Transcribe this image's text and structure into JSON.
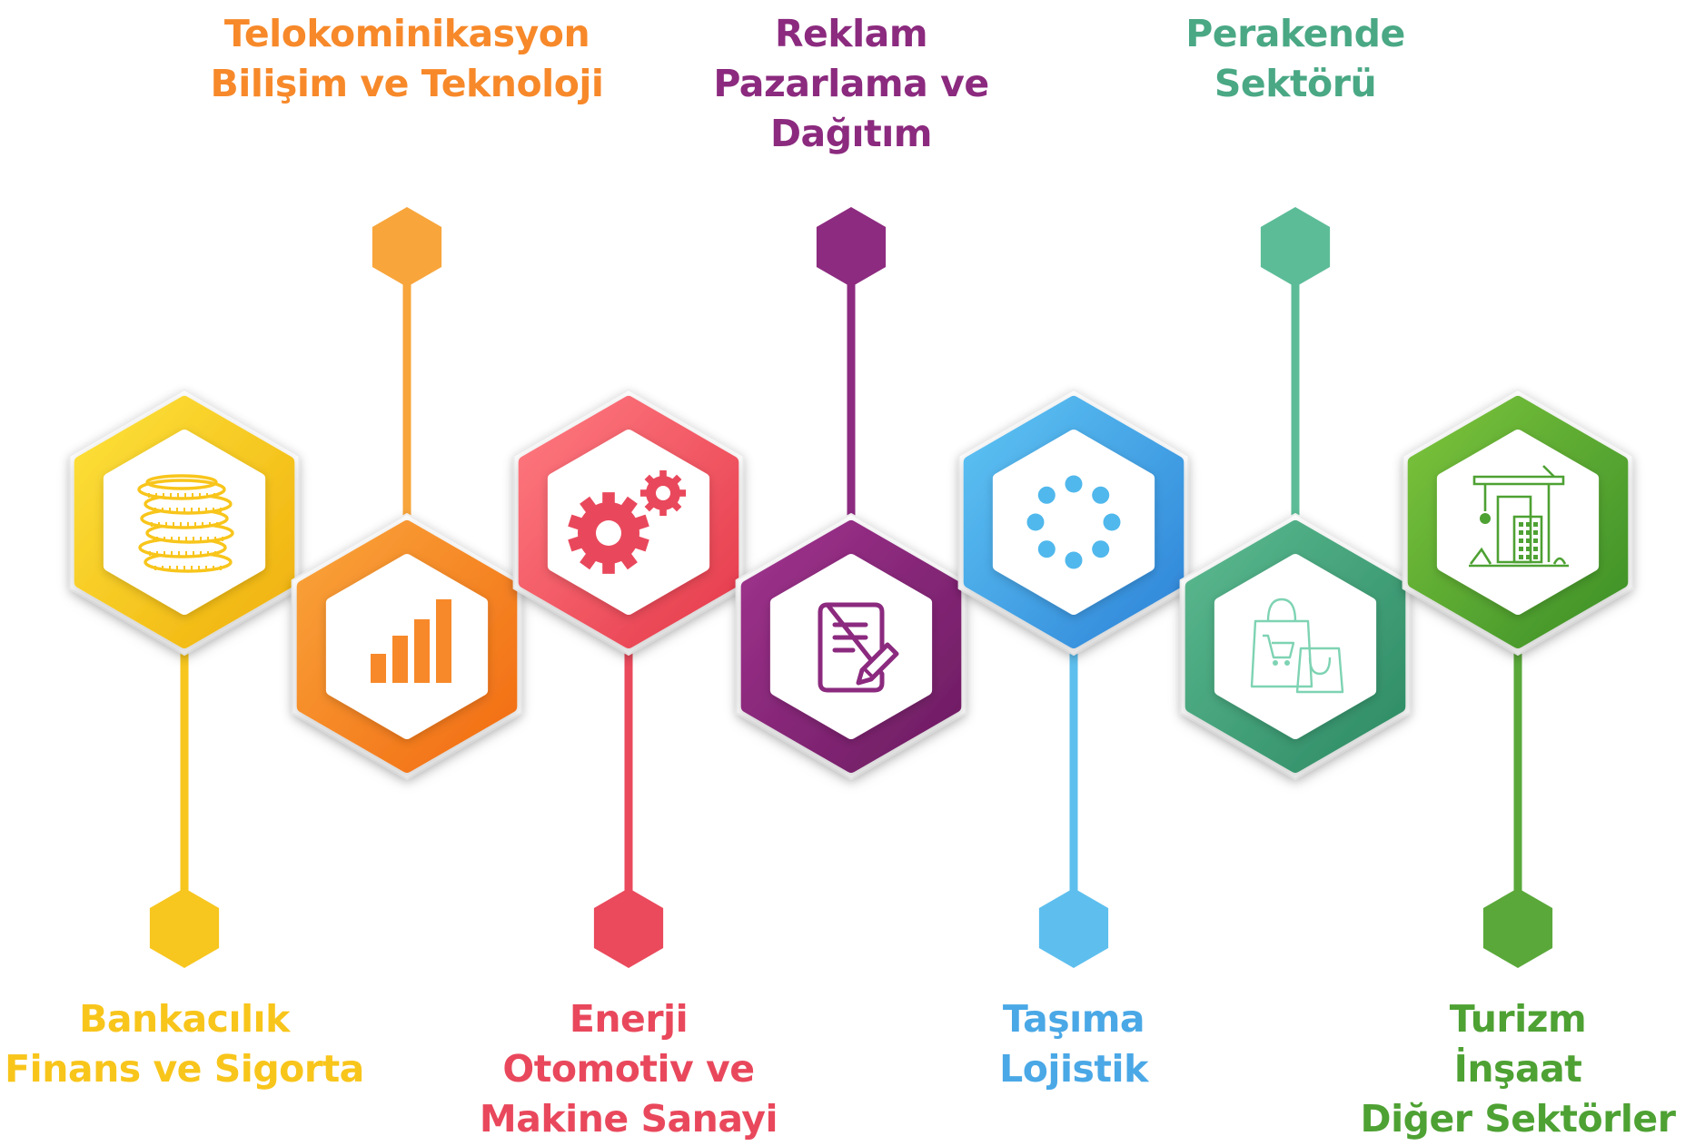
{
  "sectors": [
    {
      "id": "banking",
      "lines": [
        "Bankacılık",
        "Finans ve Sigorta"
      ],
      "icon": "coins-stack-icon",
      "color": "#f8c51b",
      "gradient": [
        "#fde23a",
        "#f0b00c"
      ],
      "lineColor": "#f7c61f"
    },
    {
      "id": "telecom",
      "lines": [
        "Telokominikasyon",
        "Bilişim ve Teknoloji"
      ],
      "icon": "bar-chart-icon",
      "color": "#f7892a",
      "gradient": [
        "#f9a43a",
        "#f26b12"
      ],
      "lineColor": "#f8a53b"
    },
    {
      "id": "energy",
      "lines": [
        "Enerji",
        "Otomotiv ve",
        "Makine Sanayi"
      ],
      "icon": "gears-icon",
      "color": "#e9485c",
      "gradient": [
        "#ff7a80",
        "#e53a4b"
      ],
      "lineColor": "#ea4a5c"
    },
    {
      "id": "marketing",
      "lines": [
        "Reklam",
        "Pazarlama ve",
        "Dağıtım"
      ],
      "icon": "document-edit-icon",
      "color": "#8b2a7e",
      "gradient": [
        "#a0338e",
        "#6c1b61"
      ],
      "lineColor": "#8d2b80"
    },
    {
      "id": "logistics",
      "lines": [
        "Taşıma",
        "Lojistik"
      ],
      "icon": "loading-dots-icon",
      "color": "#4aa8e6",
      "gradient": [
        "#5ec4f3",
        "#2e84d8"
      ],
      "lineColor": "#5ebfee"
    },
    {
      "id": "retail",
      "lines": [
        "Perakende",
        "Sektörü"
      ],
      "icon": "shopping-bags-icon",
      "color": "#4aa885",
      "gradient": [
        "#5bb990",
        "#2d8a63"
      ],
      "lineColor": "#5cbc98"
    },
    {
      "id": "tourism",
      "lines": [
        "Turizm",
        "İnşaat",
        "Diğer Sektörler"
      ],
      "icon": "construction-crane-icon",
      "color": "#4ea133",
      "gradient": [
        "#7cc43c",
        "#3c8f28"
      ],
      "lineColor": "#5aa83a"
    }
  ]
}
